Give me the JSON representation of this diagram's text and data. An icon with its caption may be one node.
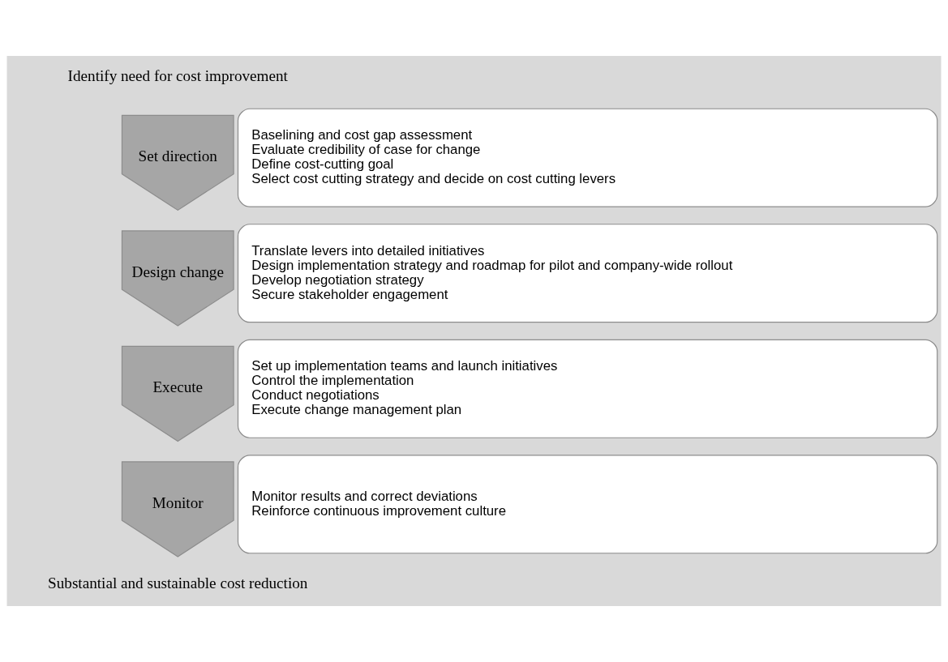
{
  "diagram": {
    "nodes": [
      {
        "text": [
          "Set direction"
        ]
      },
      {
        "text": [
          "Baselining and cost gap assessment",
          "Evaluate credibility of case for change",
          "Define cost-cutting goal",
          "Select cost cutting strategy and decide on cost cutting levers"
        ]
      },
      {
        "text": [
          "Design change"
        ]
      },
      {
        "text": [
          "Translate levers into detailed initiatives",
          "Design implementation strategy and roadmap for pilot and company-wide rollout",
          "Develop negotiation strategy",
          "Secure stakeholder engagement"
        ]
      },
      {
        "text": [
          "Execute"
        ]
      },
      {
        "text": [
          "Set up implementation teams and launch initiatives",
          "Control the implementation",
          "Conduct negotiations",
          "Execute change management plan"
        ]
      },
      {
        "text": [
          "Monitor"
        ]
      },
      {
        "text": [
          "Monitor results and correct deviations",
          "Reinforce continuous improvement culture"
        ]
      }
    ],
    "edges": [],
    "labels": [
      "Identify need for cost improvement",
      "Substantial and sustainable cost reduction"
    ]
  }
}
